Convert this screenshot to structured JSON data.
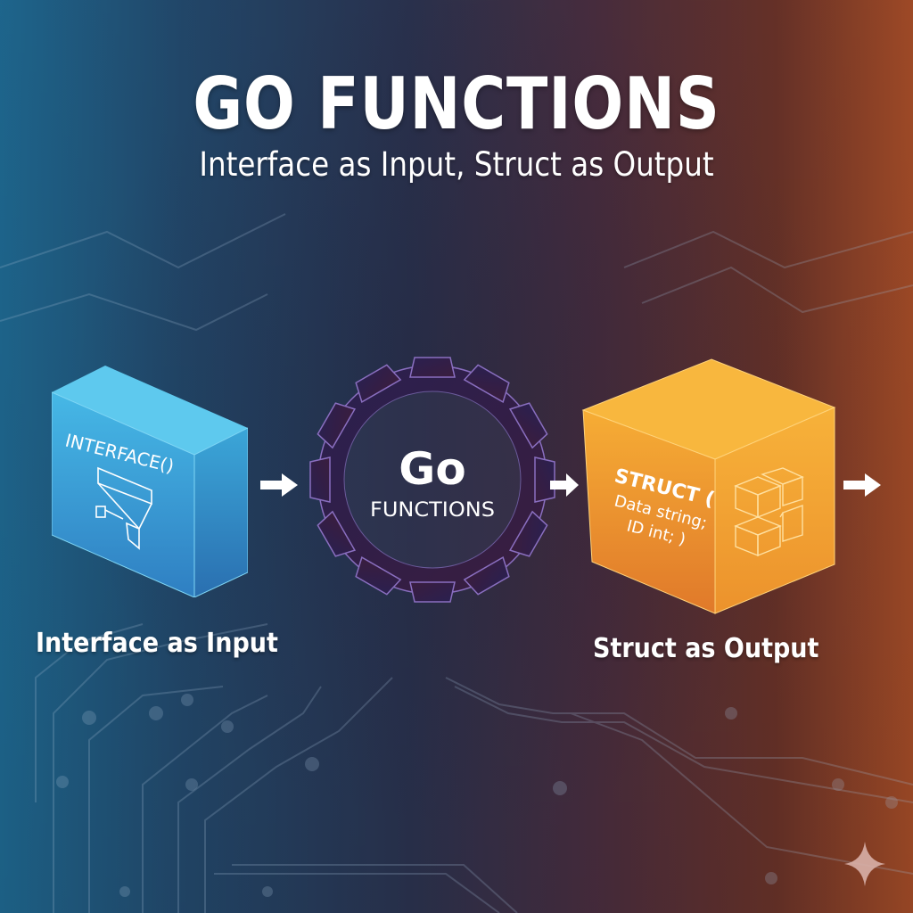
{
  "header": {
    "title": "GO FUNCTIONS",
    "subtitle": "Interface as Input, Struct as Output"
  },
  "flow": {
    "input_block": {
      "label": "INTERFACE()",
      "icon": "funnel-icon",
      "color": "#3fa9dc",
      "caption": "Interface as Input"
    },
    "function_gear": {
      "title": "Go",
      "subtitle": "FUNCTIONS",
      "icon": "gear-icon",
      "color": "#2b1d44",
      "teeth": 12
    },
    "output_block": {
      "label_line1": "STRUCT (",
      "label_line2": "Data string;",
      "label_line3": "ID int; )",
      "icon": "stacked-cubes-icon",
      "color": "#f2a12e",
      "caption": "Struct as Output"
    },
    "arrows": [
      "arrow-right-icon",
      "arrow-right-icon",
      "arrow-right-icon"
    ]
  },
  "colors": {
    "background_left": "#1f6a93",
    "background_mid": "#2b3350",
    "background_right": "#a64d28",
    "text": "#ffffff"
  },
  "watermark": {
    "icon": "sparkle-icon"
  }
}
